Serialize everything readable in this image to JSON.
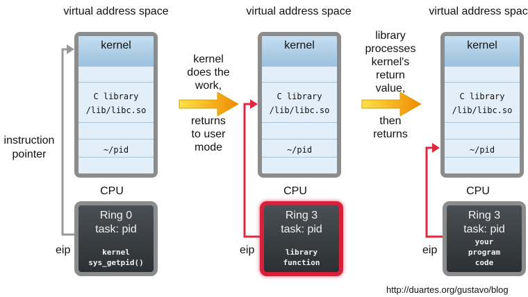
{
  "panels": [
    {
      "title": "virtual address space",
      "kernel": "kernel",
      "clib": [
        "C library",
        "/lib/libc.so"
      ],
      "pid": "~/pid",
      "cpu_label": "CPU",
      "ring": "Ring 0",
      "task": "task: pid",
      "code": [
        "kernel",
        "sys_getpid()"
      ],
      "active": false
    },
    {
      "title": "virtual address space",
      "kernel": "kernel",
      "clib": [
        "C library",
        "/lib/libc.so"
      ],
      "pid": "~/pid",
      "cpu_label": "CPU",
      "ring": "Ring 3",
      "task": "task: pid",
      "code": [
        "library",
        "function"
      ],
      "active": true
    },
    {
      "title": "virtual address space",
      "kernel": "kernel",
      "clib": [
        "C library",
        "/lib/libc.so"
      ],
      "pid": "~/pid",
      "cpu_label": "CPU",
      "ring": "Ring 3",
      "task": "task: pid",
      "code": [
        "your",
        "program",
        "code"
      ],
      "active": false
    }
  ],
  "left_label": [
    "instruction",
    "pointer"
  ],
  "eip_label": "eip",
  "step1_top": [
    "kernel",
    "does the",
    "work,"
  ],
  "step1_bottom": [
    "returns",
    "to user",
    "mode"
  ],
  "step2_top": [
    "library",
    "processes",
    "kernel's",
    "return",
    "value,"
  ],
  "step2_bottom": [
    "then",
    "returns"
  ],
  "credit": "http://duartes.org/gustavo/blog",
  "colors": {
    "pointer_gray": "#999999",
    "pointer_red": "#e3263f",
    "arrow_yellow": "#f7c400",
    "arrow_orange": "#f08a00"
  }
}
